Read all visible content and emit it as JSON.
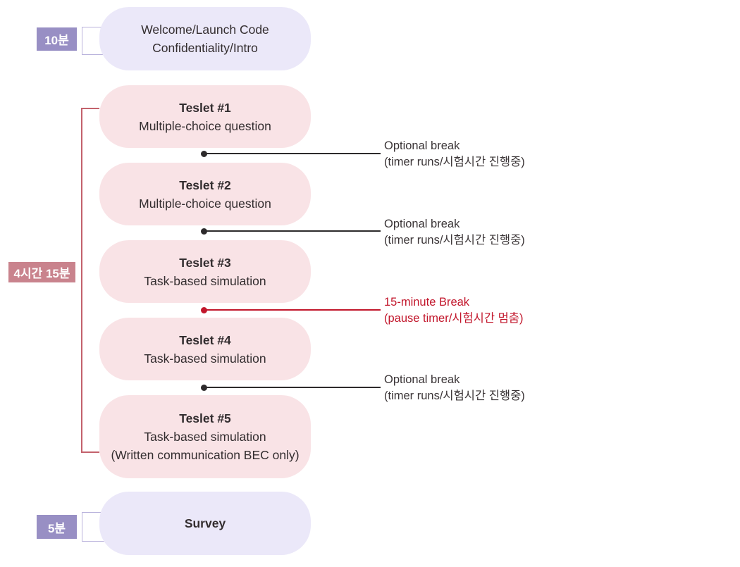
{
  "diagram_title": "Exam session structure flow",
  "palette": {
    "lavender_box": "#ebe8f9",
    "pink_box": "#f9e3e6",
    "purple_badge": "#988fc4",
    "rose_badge": "#c9838d",
    "bracket_line": "#c3626c",
    "break_red": "#c2162b",
    "connector_dark": "#2d2a2b",
    "text_dark": "#332d2f"
  },
  "left_labels": {
    "intro_duration": "10분",
    "main_duration": "4시간 15분",
    "survey_duration": "5분"
  },
  "stages": {
    "welcome": {
      "line1": "Welcome/Launch Code",
      "line2": "Confidentiality/Intro"
    },
    "teslet1": {
      "title": "Teslet #1",
      "subtitle": "Multiple-choice question"
    },
    "teslet2": {
      "title": "Teslet #2",
      "subtitle": "Multiple-choice question"
    },
    "teslet3": {
      "title": "Teslet #3",
      "subtitle": "Task-based simulation"
    },
    "teslet4": {
      "title": "Teslet #4",
      "subtitle": "Task-based simulation"
    },
    "teslet5": {
      "title": "Teslet #5",
      "subtitle": "Task-based simulation",
      "note": "(Written communication BEC only)"
    },
    "survey": {
      "title": "Survey"
    }
  },
  "breaks": {
    "break1": {
      "title": "Optional break",
      "subtitle": "(timer runs/시험시간 진행중)",
      "style": "normal"
    },
    "break2": {
      "title": "Optional break",
      "subtitle": "(timer runs/시험시간 진행중)",
      "style": "normal"
    },
    "break3": {
      "title": "15-minute Break",
      "subtitle": "(pause timer/시험시간 멈춤)",
      "style": "red"
    },
    "break4": {
      "title": "Optional break",
      "subtitle": "(timer runs/시험시간 진행중)",
      "style": "normal"
    }
  }
}
